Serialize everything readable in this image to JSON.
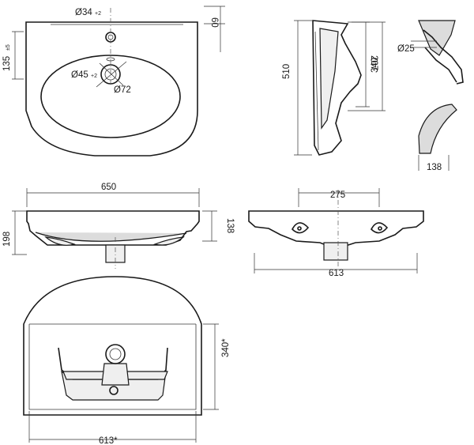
{
  "labels": {
    "d34": "Ø34",
    "d34_tol": "+2",
    "d45": "Ø45",
    "d45_tol": "+2",
    "d72": "Ø72",
    "top60": "60",
    "top135": "135",
    "top135_tol": "±5",
    "side510": "510",
    "side207": "207",
    "side340": "340",
    "sec25": "Ø25",
    "sec138": "138",
    "front650": "650",
    "front198": "198",
    "front138": "138",
    "rear275": "275",
    "rear613": "613",
    "bot340": "340*",
    "bot613": "613*"
  }
}
